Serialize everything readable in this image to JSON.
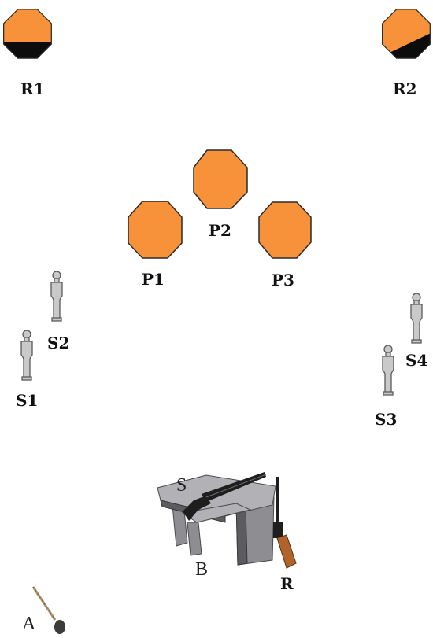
{
  "colors": {
    "target_fill": "#f7923a",
    "target_lower": "#0c0c0c",
    "target_stroke": "#2a2a2a",
    "stand_fill": "#c9c9c9",
    "stand_stroke": "#5a5a5a",
    "bench_fill": "#8e8e92",
    "bench_top": "#b2b2b6",
    "gun_dark": "#1e1e1e",
    "rifle_stock": "#b0642c"
  },
  "stage": {
    "rifle_targets": [
      {
        "label": "R1",
        "icon": "plate-rack-target-icon"
      },
      {
        "label": "R2",
        "icon": "plate-rack-target-icon"
      }
    ],
    "pistol_targets": [
      {
        "label": "P1",
        "icon": "steel-plate-icon"
      },
      {
        "label": "P2",
        "icon": "steel-plate-icon"
      },
      {
        "label": "P3",
        "icon": "steel-plate-icon"
      }
    ],
    "shotgun_targets": [
      {
        "label": "S1",
        "icon": "knockdown-target-icon"
      },
      {
        "label": "S2",
        "icon": "knockdown-target-icon"
      },
      {
        "label": "S3",
        "icon": "knockdown-target-icon"
      },
      {
        "label": "S4",
        "icon": "knockdown-target-icon"
      }
    ],
    "bench": {
      "label": "B",
      "shotgun_label": "S",
      "rifle_label": "R"
    },
    "start": {
      "label": "A"
    }
  }
}
